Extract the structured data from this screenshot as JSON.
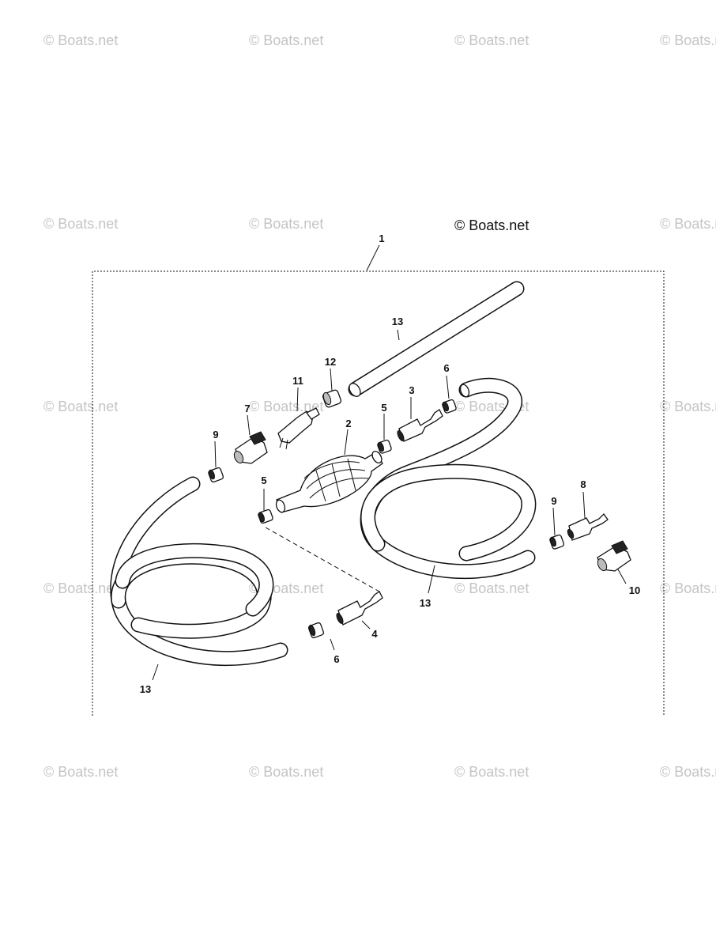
{
  "watermarks": {
    "text": "© Boats.net",
    "main_text": "© Boats.net"
  },
  "callouts": {
    "c1": "1",
    "c2": "2",
    "c3": "3",
    "c4": "4",
    "c5a": "5",
    "c5b": "5",
    "c6a": "6",
    "c6b": "6",
    "c7": "7",
    "c8": "8",
    "c9a": "9",
    "c9b": "9",
    "c10": "10",
    "c11": "11",
    "c12": "12",
    "c13a": "13",
    "c13b": "13",
    "c13c": "13"
  }
}
